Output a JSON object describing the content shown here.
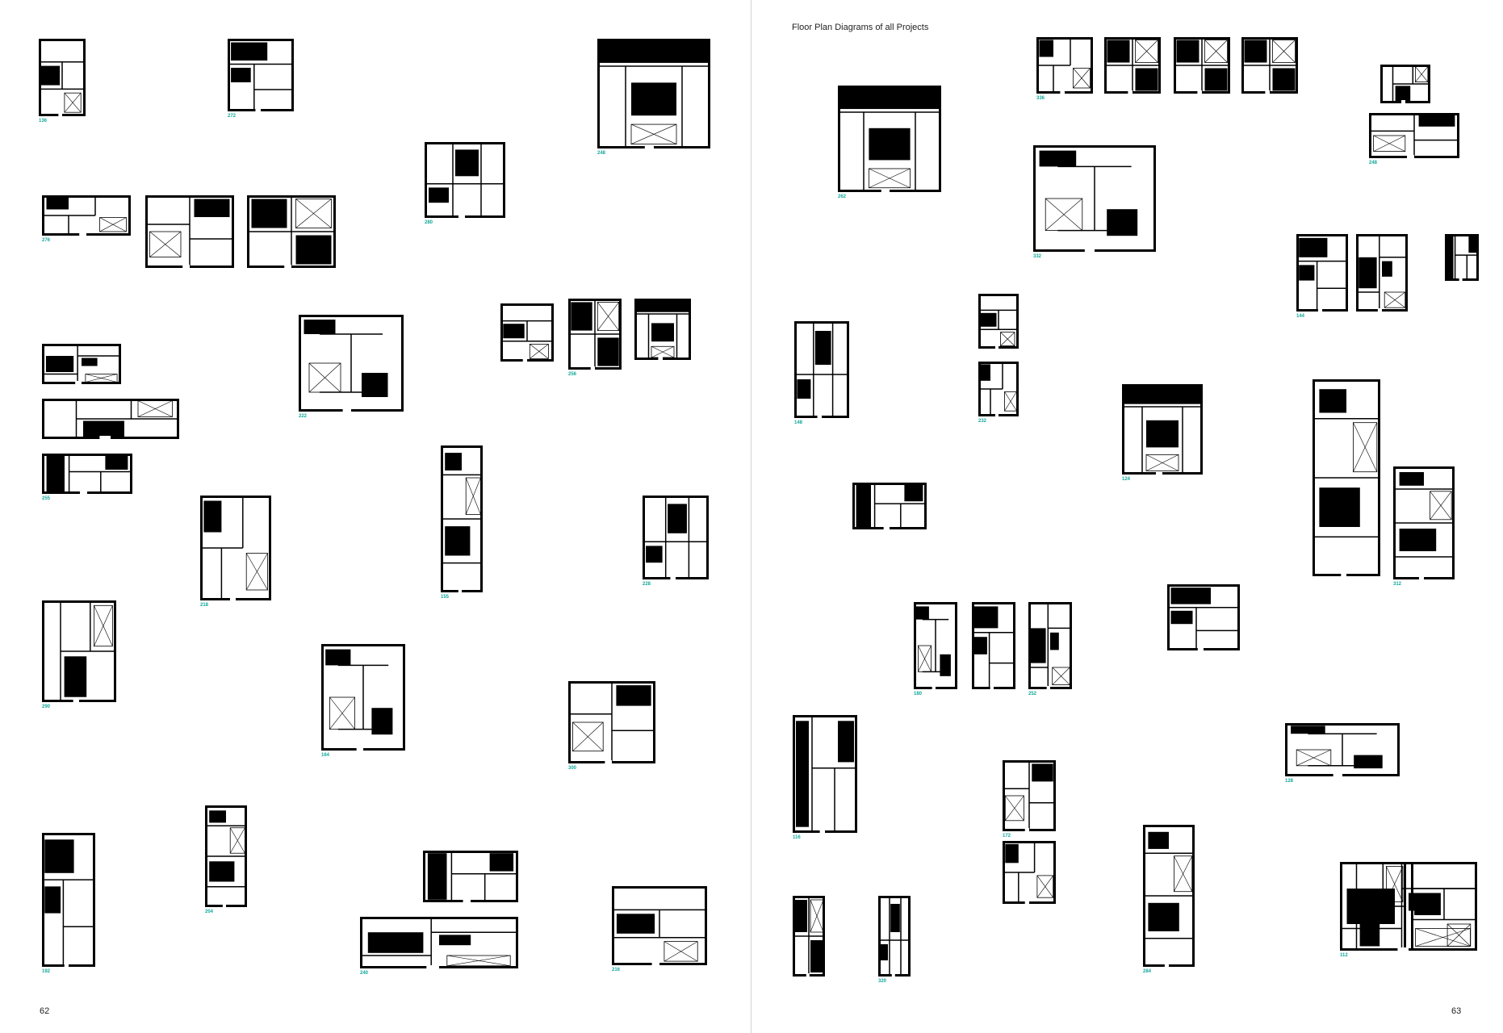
{
  "header": {
    "title": "Floor Plan Diagrams of all Projects"
  },
  "pages": {
    "left": "62",
    "right": "63"
  },
  "plans": [
    {
      "id": "p01",
      "label": "136",
      "variant": 3
    },
    {
      "id": "p02",
      "label": "272",
      "variant": 6
    },
    {
      "id": "p03",
      "label": "248",
      "variant": 9
    },
    {
      "id": "p04",
      "label": "280",
      "variant": 2
    },
    {
      "id": "p05",
      "label": "276",
      "variant": 0
    },
    {
      "id": "p06",
      "label": "",
      "variant": 1
    },
    {
      "id": "p07",
      "label": "",
      "variant": 4
    },
    {
      "id": "p08",
      "label": "",
      "variant": 7
    },
    {
      "id": "p09",
      "label": "",
      "variant": 5
    },
    {
      "id": "p10",
      "label": "255",
      "variant": 8
    },
    {
      "id": "p11",
      "label": "222",
      "variant": 10
    },
    {
      "id": "p12",
      "label": "",
      "variant": 3
    },
    {
      "id": "p13",
      "label": "256",
      "variant": 4
    },
    {
      "id": "p14",
      "label": "",
      "variant": 9
    },
    {
      "id": "p15",
      "label": "218",
      "variant": 0
    },
    {
      "id": "p16",
      "label": "155",
      "variant": 11
    },
    {
      "id": "p17",
      "label": "228",
      "variant": 2
    },
    {
      "id": "p18",
      "label": "290",
      "variant": 5
    },
    {
      "id": "p19",
      "label": "164",
      "variant": 10
    },
    {
      "id": "p20",
      "label": "300",
      "variant": 1
    },
    {
      "id": "p21",
      "label": "192",
      "variant": 6
    },
    {
      "id": "p22",
      "label": "204",
      "variant": 11
    },
    {
      "id": "p23",
      "label": "",
      "variant": 8
    },
    {
      "id": "p24",
      "label": "240",
      "variant": 7
    },
    {
      "id": "p25",
      "label": "216",
      "variant": 3
    },
    {
      "id": "p26",
      "label": "262",
      "variant": 9
    },
    {
      "id": "p27",
      "label": "336",
      "variant": 0
    },
    {
      "id": "p28",
      "label": "",
      "variant": 4
    },
    {
      "id": "p29",
      "label": "",
      "variant": 4
    },
    {
      "id": "p30",
      "label": "",
      "variant": 4
    },
    {
      "id": "p31",
      "label": "",
      "variant": 5
    },
    {
      "id": "p32",
      "label": "248",
      "variant": 1
    },
    {
      "id": "p33",
      "label": "332",
      "variant": 10
    },
    {
      "id": "p34",
      "label": "144",
      "variant": 6
    },
    {
      "id": "p35",
      "label": "",
      "variant": 7
    },
    {
      "id": "p36",
      "label": "",
      "variant": 8
    },
    {
      "id": "p37",
      "label": "148",
      "variant": 2
    },
    {
      "id": "p38",
      "label": "",
      "variant": 3
    },
    {
      "id": "p39",
      "label": "232",
      "variant": 0
    },
    {
      "id": "p40",
      "label": "124",
      "variant": 9
    },
    {
      "id": "p41",
      "label": "",
      "variant": 11
    },
    {
      "id": "p42",
      "label": "312",
      "variant": 11
    },
    {
      "id": "p43",
      "label": "",
      "variant": 8
    },
    {
      "id": "p44",
      "label": "180",
      "variant": 10
    },
    {
      "id": "p45",
      "label": "",
      "variant": 6
    },
    {
      "id": "p46",
      "label": "252",
      "variant": 7
    },
    {
      "id": "p47",
      "label": "",
      "variant": 6
    },
    {
      "id": "p48",
      "label": "128",
      "variant": 10
    },
    {
      "id": "p49",
      "label": "116",
      "variant": 8
    },
    {
      "id": "p50",
      "label": "172",
      "variant": 1
    },
    {
      "id": "p51",
      "label": "",
      "variant": 0
    },
    {
      "id": "p52",
      "label": "",
      "variant": 4
    },
    {
      "id": "p53",
      "label": "320",
      "variant": 2
    },
    {
      "id": "p54",
      "label": "284",
      "variant": 11
    },
    {
      "id": "p55",
      "label": "",
      "variant": 5
    },
    {
      "id": "p56",
      "label": "",
      "variant": 3
    },
    {
      "id": "p57",
      "label": "112",
      "variant": 7
    }
  ]
}
